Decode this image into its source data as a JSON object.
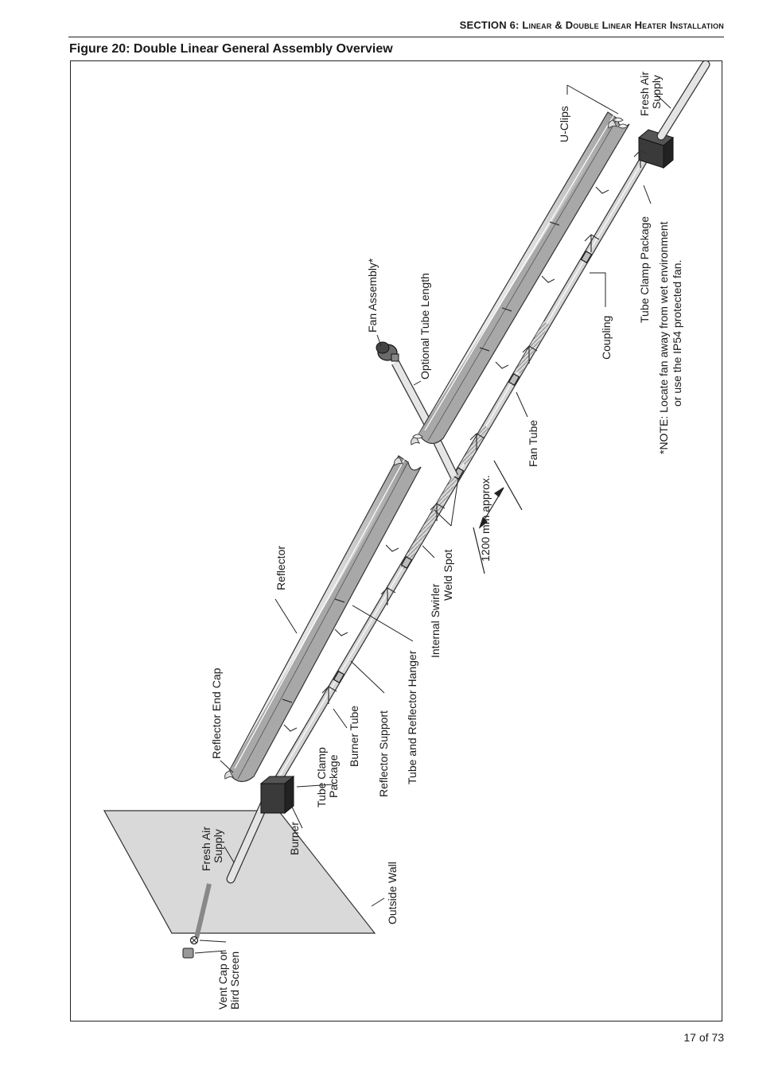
{
  "header": {
    "section": "SECTION 6:",
    "section_title": "Linear & Double Linear Heater Installation"
  },
  "figure": {
    "title": "Figure 20: Double Linear General Assembly Overview"
  },
  "labels": {
    "vent_cap_1": "Vent Cap or",
    "vent_cap_2": "Bird Screen",
    "outside_wall": "Outside Wall",
    "fresh_air_left_1": "Fresh Air",
    "fresh_air_left_2": "Supply",
    "burner": "Burner",
    "tube_clamp_1": "Tube Clamp",
    "tube_clamp_2": "Package",
    "reflector_end_cap": "Reflector End Cap",
    "burner_tube": "Burner Tube",
    "reflector_support": "Reflector Support",
    "tube_reflector_hanger": "Tube and Reflector Hanger",
    "reflector": "Reflector",
    "internal_swirler": "Internal Swirler",
    "weld_spot": "Weld Spot",
    "spacing": "1200 mm approx.",
    "fan_tube": "Fan Tube",
    "optional_tube_length": "Optional Tube Length",
    "fan_assembly": "Fan Assembly*",
    "coupling": "Coupling",
    "tube_clamp_package": "Tube Clamp Package",
    "note_1": "*NOTE: Locate fan away from wet environment",
    "note_2": "or use the IP54 protected fan.",
    "u_clips": "U-Clips",
    "fresh_air_right_1": "Fresh Air",
    "fresh_air_right_2": "Supply"
  },
  "footer": {
    "page": "17 of 73"
  }
}
